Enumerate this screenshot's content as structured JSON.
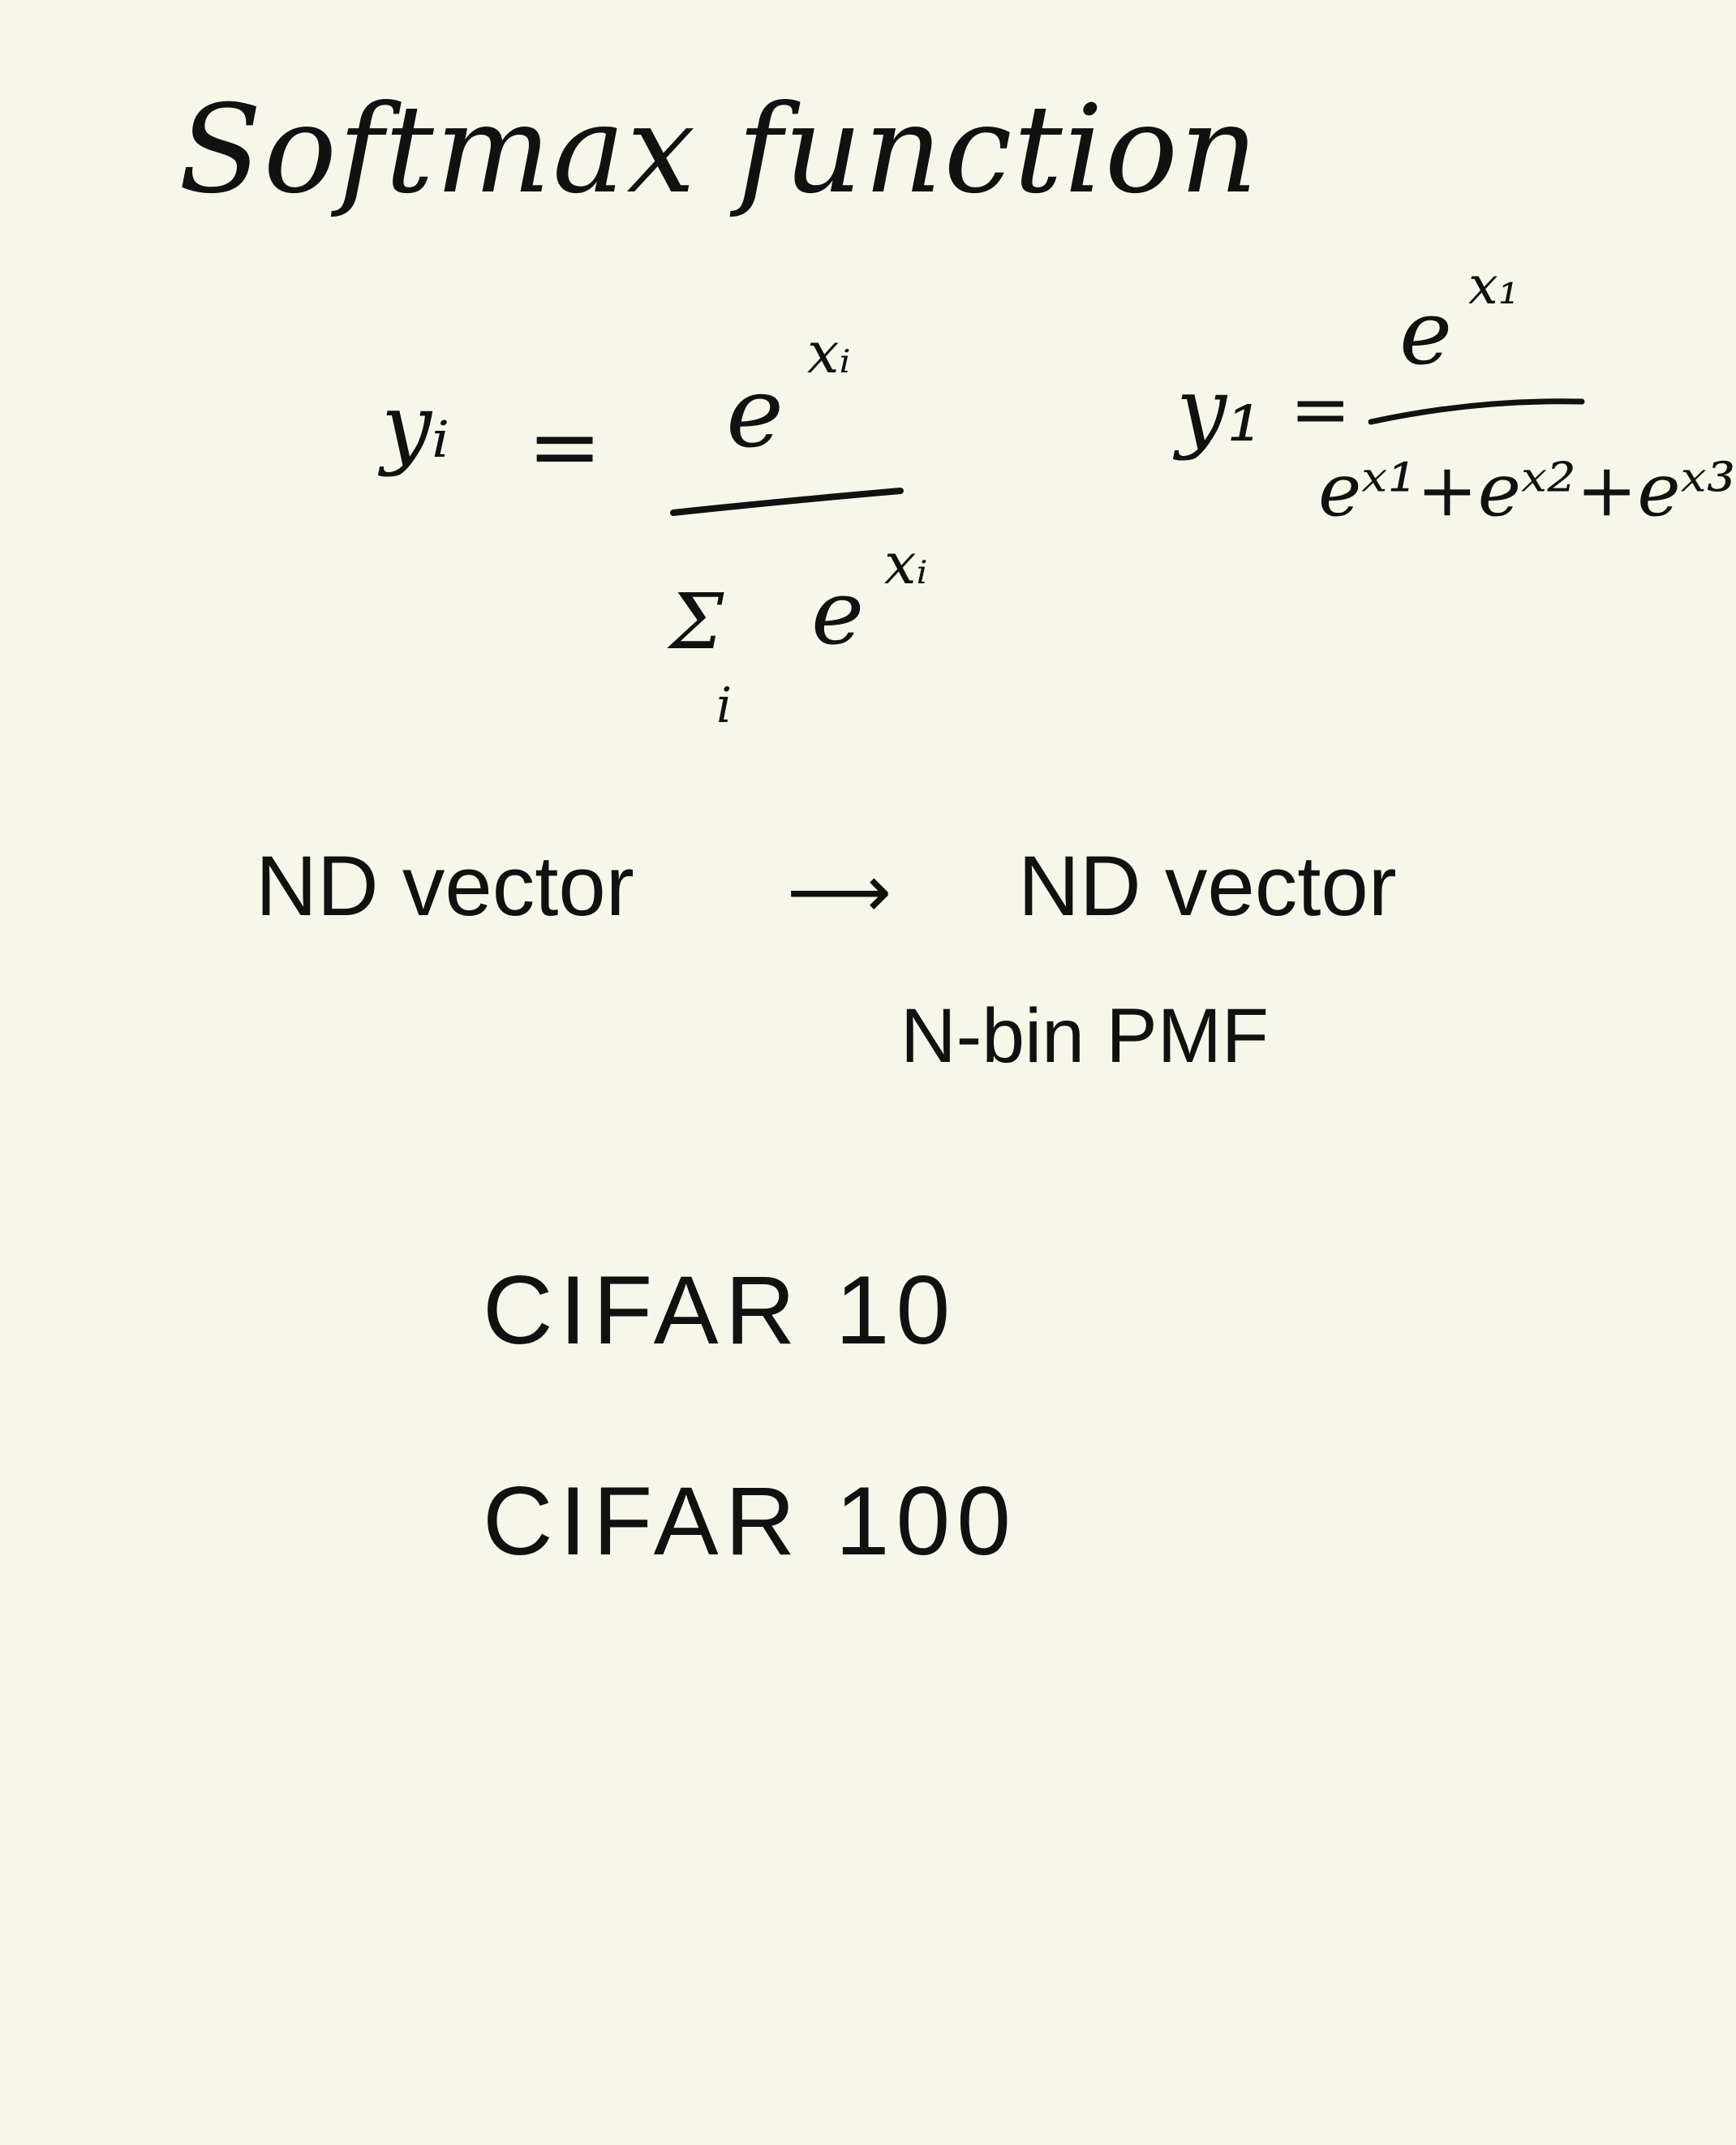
{
  "page": {
    "title": "Softmax function"
  },
  "formula_general": {
    "lhs": "yᵢ",
    "equals": "=",
    "numerator_base": "e",
    "numerator_exponent": "xᵢ",
    "denominator_sum": "Σ",
    "denominator_index": "i",
    "denominator_base": "e",
    "denominator_exponent": "xᵢ"
  },
  "formula_example": {
    "lhs": "y₁",
    "equals": "=",
    "numerator_base": "e",
    "numerator_exponent": "x₁",
    "denominator": "eˣ¹+eˣ²+eˣ³"
  },
  "mapping": {
    "input": "ND vector",
    "arrow": "⟶",
    "output": "ND vector",
    "note": "N-bin PMF"
  },
  "datasets": [
    {
      "label": "CIFAR 10"
    },
    {
      "label": "CIFAR 100"
    }
  ],
  "colors": {
    "paper": "#f6f6ea",
    "ink": "#111111"
  }
}
